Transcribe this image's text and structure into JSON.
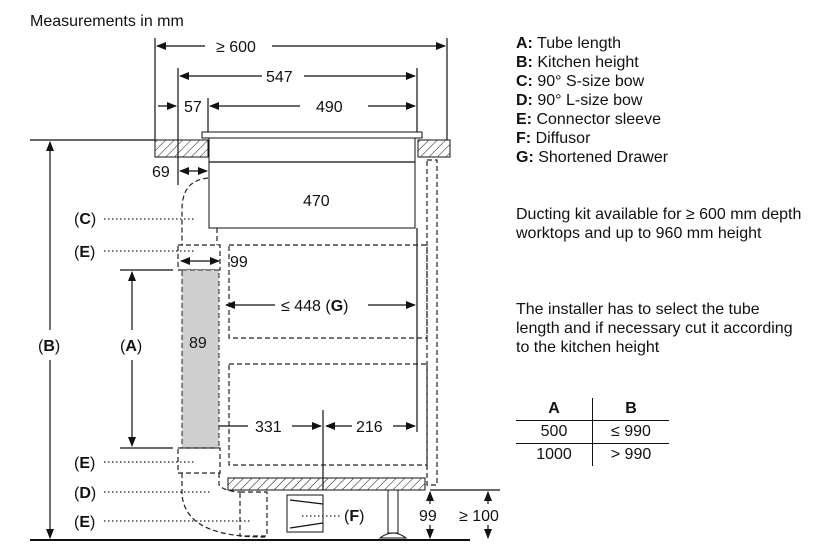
{
  "title": "Measurements in mm",
  "dimensions": {
    "overall_depth": "≥ 600",
    "width_547": "547",
    "offset_57": "57",
    "width_490": "490",
    "offset_69": "69",
    "body_470": "470",
    "connector_99": "99",
    "drawer_448": "≤ 448",
    "drawer_448_letter": "G",
    "tube_89": "89",
    "d331": "331",
    "d216": "216",
    "plinth_99": "99",
    "plinth_100": "≥ 100"
  },
  "callouts": {
    "A": "A",
    "B": "B",
    "C": "C",
    "D": "D",
    "E": "E",
    "F": "F"
  },
  "legend": [
    {
      "key": "A:",
      "label": "Tube length"
    },
    {
      "key": "B:",
      "label": "Kitchen height"
    },
    {
      "key": "C:",
      "label": "90° S-size bow"
    },
    {
      "key": "D:",
      "label": "90° L-size bow"
    },
    {
      "key": "E:",
      "label": "Connector sleeve"
    },
    {
      "key": "F:",
      "label": "Diffusor"
    },
    {
      "key": "G:",
      "label": "Shortened Drawer"
    }
  ],
  "notes": [
    "Ducting kit available for ≥ 600 mm depth worktops and up to 960 mm height",
    "The installer has to select the tube length and if necessary cut it according to the kitchen height"
  ],
  "table": {
    "headers": [
      "A",
      "B"
    ],
    "rows": [
      [
        "500",
        "≤ 990"
      ],
      [
        "1000",
        "> 990"
      ]
    ]
  }
}
